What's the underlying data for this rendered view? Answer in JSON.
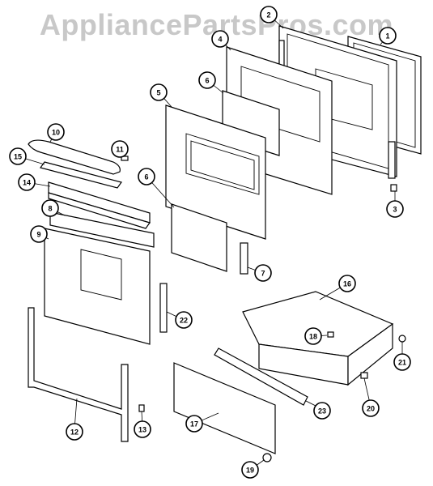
{
  "watermark": "AppliancePartsPros.com",
  "callouts": [
    "1",
    "2",
    "3",
    "4",
    "5",
    "6",
    "6",
    "7",
    "8",
    "9",
    "10",
    "11",
    "12",
    "13",
    "14",
    "15",
    "16",
    "17",
    "18",
    "19",
    "20",
    "21",
    "22",
    "23"
  ]
}
